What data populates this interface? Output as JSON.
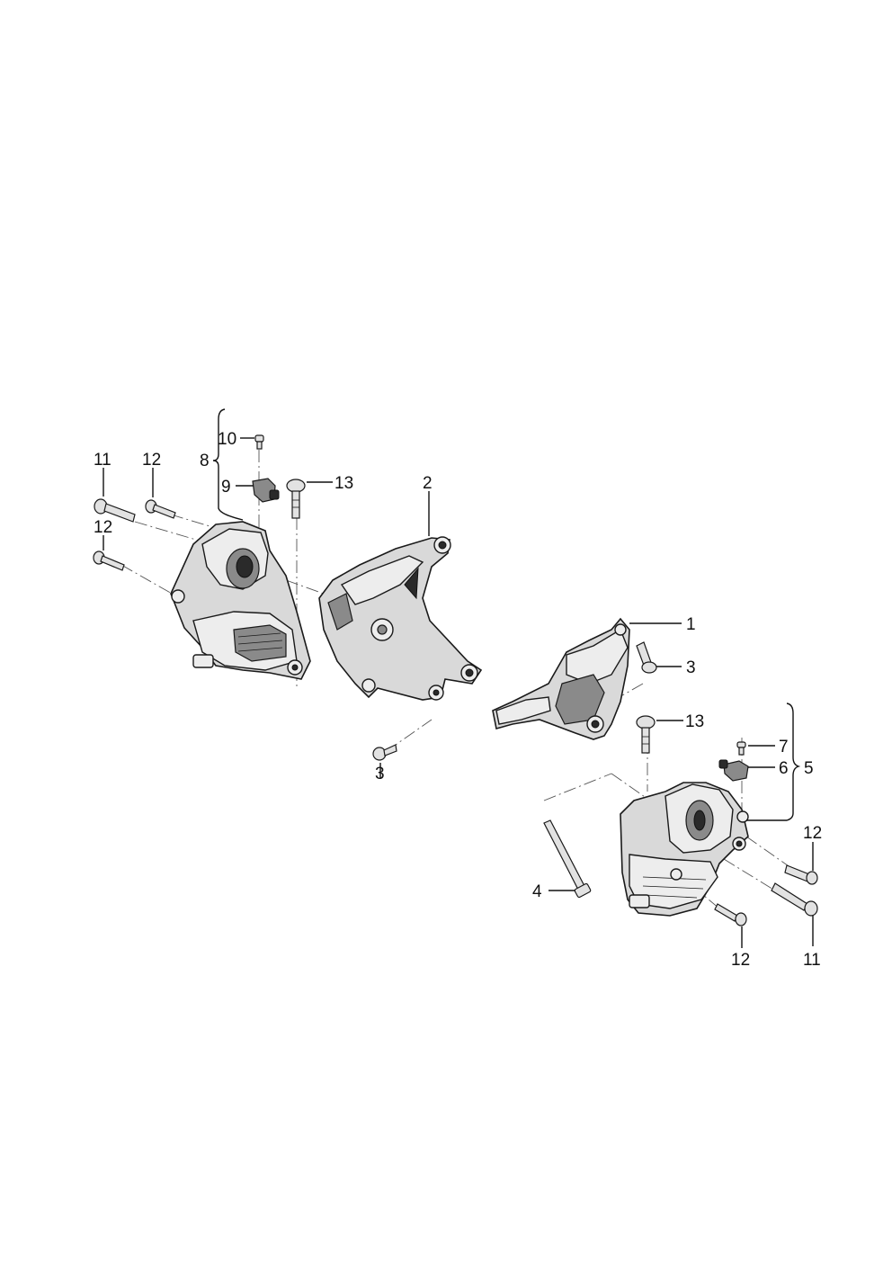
{
  "callouts": {
    "c1": "1",
    "c2": "2",
    "c3a": "3",
    "c3b": "3",
    "c4": "4",
    "c5": "5",
    "c6": "6",
    "c7": "7",
    "c8": "8",
    "c9": "9",
    "c10": "10",
    "c11a": "11",
    "c11b": "11",
    "c12a": "12",
    "c12b": "12",
    "c12c": "12",
    "c12d": "12",
    "c13a": "13",
    "c13b": "13"
  }
}
